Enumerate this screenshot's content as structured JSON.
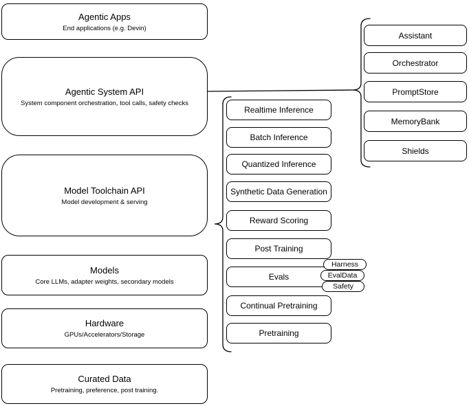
{
  "diagram": {
    "left_stack": [
      {
        "title": "Agentic Apps",
        "subtitle": "End applications (e.g. Devin)"
      },
      {
        "title": "Agentic System API",
        "subtitle": "System component orchestration, tool calls, safety checks"
      },
      {
        "title": "Model Toolchain API",
        "subtitle": "Model development & serving"
      },
      {
        "title": "Models",
        "subtitle": "Core LLMs, adapter weights, secondary models"
      },
      {
        "title": "Hardware",
        "subtitle": "GPUs/Accelerators/Storage"
      },
      {
        "title": "Curated Data",
        "subtitle": "Pretraining, preference, post training."
      }
    ],
    "toolchain_services": [
      "Realtime Inference",
      "Batch Inference",
      "Quantized Inference",
      "Synthetic Data Generation",
      "Reward Scoring",
      "Post Training",
      "Evals",
      "Continual Pretraining",
      "Pretraining"
    ],
    "evals_components": [
      "Harness",
      "EvalData",
      "Safety"
    ],
    "system_components": [
      "Assistant",
      "Orchestrator",
      "PromptStore",
      "MemoryBank",
      "Shields"
    ],
    "colors": {
      "stroke": "#000000",
      "fill": "#ffffff",
      "text": "#000000"
    }
  }
}
